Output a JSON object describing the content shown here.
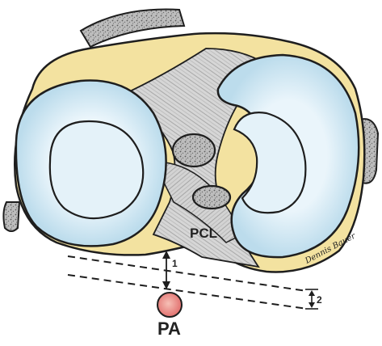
{
  "labels": {
    "pcl": "PCL",
    "pa": "PA",
    "distance_1": "1",
    "distance_2": "2"
  },
  "signature": "Dennis Bauer",
  "colors": {
    "bone": "#f3e2a0",
    "meniscus": "#cfe6f2",
    "meniscus_inner": "#e2f1f8",
    "ligament": "#cfcfcf",
    "cut_bone": "#a7a7a7",
    "outline": "#1e1e1e",
    "artery": "#e57c7c",
    "artery_center": "#f3b3ab"
  }
}
